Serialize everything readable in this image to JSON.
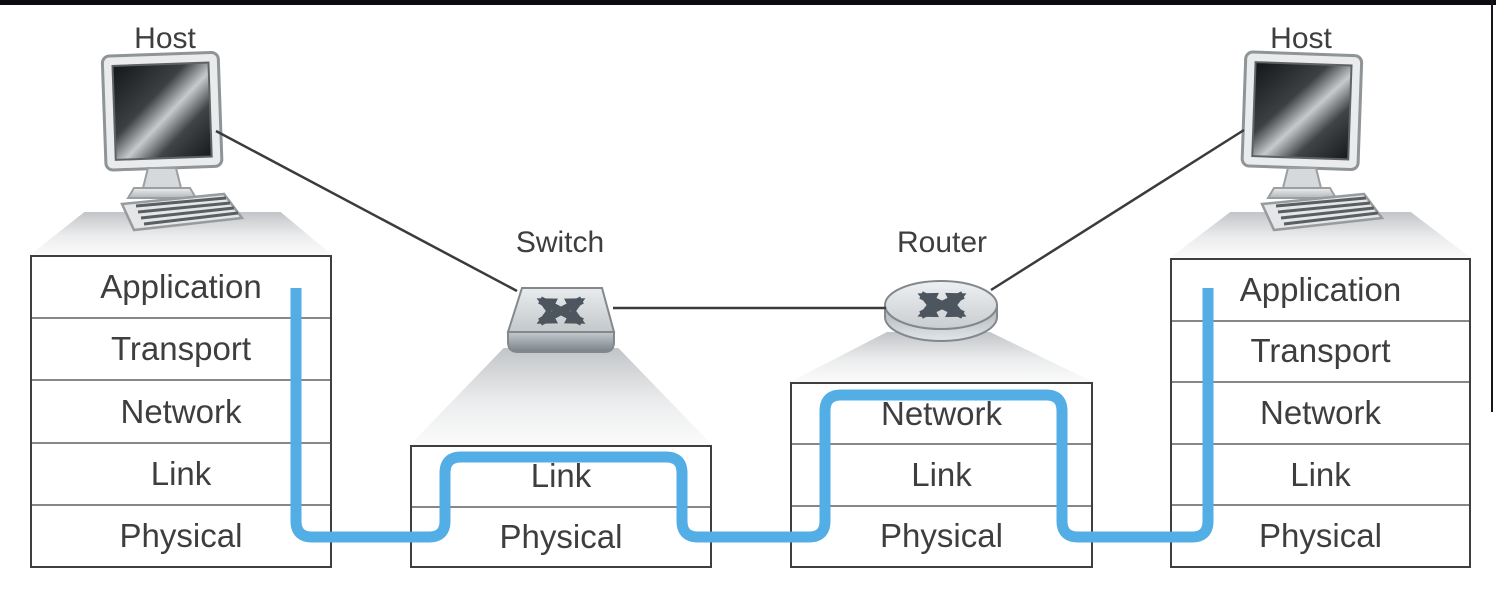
{
  "diagram": {
    "description": "Network data path through protocol layer stacks of hosts, switch and router",
    "devices": [
      {
        "label": "Host",
        "icon": "computer-icon",
        "layers": [
          "Application",
          "Transport",
          "Network",
          "Link",
          "Physical"
        ]
      },
      {
        "label": "Switch",
        "icon": "switch-icon",
        "layers": [
          "Link",
          "Physical"
        ]
      },
      {
        "label": "Router",
        "icon": "router-icon",
        "layers": [
          "Network",
          "Link",
          "Physical"
        ]
      },
      {
        "label": "Host",
        "icon": "computer-icon",
        "layers": [
          "Application",
          "Transport",
          "Network",
          "Link",
          "Physical"
        ]
      }
    ],
    "colors": {
      "path_blue": "#54aee6",
      "connector_line": "#3b3b3b",
      "box_border": "#3f3f3f",
      "row_divider": "#85878a",
      "label_text": "#3e3e3e",
      "top_bar": "#0b0b10",
      "device_arrow": "#4d565e"
    }
  }
}
